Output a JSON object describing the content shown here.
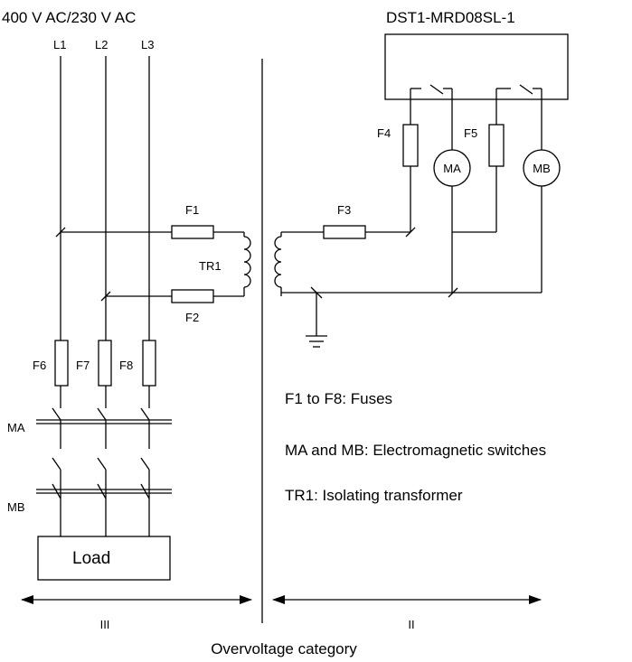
{
  "supply_label": "400 V AC/230 V AC",
  "device_label": "DST1-MRD08SL-1",
  "phases": [
    "L1",
    "L2",
    "L3"
  ],
  "fuses": {
    "f1": "F1",
    "f2": "F2",
    "f3": "F3",
    "f4": "F4",
    "f5": "F5",
    "f6": "F6",
    "f7": "F7",
    "f8": "F8"
  },
  "transformer_label": "TR1",
  "coils": {
    "ma": "MA",
    "mb": "MB"
  },
  "contactors": {
    "ma": "MA",
    "mb": "MB"
  },
  "load_label": "Load",
  "legend": [
    "F1 to F8: Fuses",
    "MA and MB: Electromagnetic switches",
    "TR1: Isolating transformer"
  ],
  "categories": {
    "left": "III",
    "right": "II"
  },
  "footer": "Overvoltage category"
}
